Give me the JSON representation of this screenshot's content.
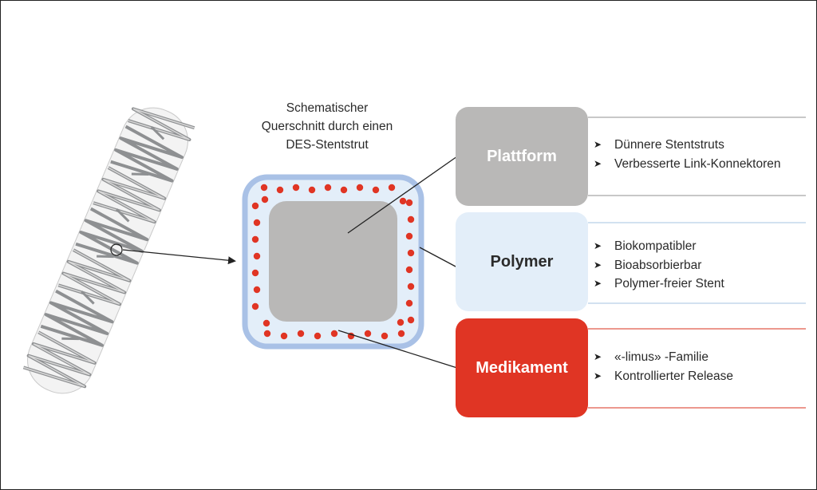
{
  "cross_section_title": {
    "line1": "Schematischer",
    "line2": "Querschnitt durch einen",
    "line3": "DES-Stentstrut"
  },
  "components": [
    {
      "label": "Plattform",
      "bullets": [
        "Dünnere Stentstruts",
        "Verbesserte Link-Konnektoren"
      ]
    },
    {
      "label": "Polymer",
      "bullets": [
        "Biokompatibler",
        "Bioabsorbierbar",
        "Polymer-freier Stent"
      ]
    },
    {
      "label": "Medikament",
      "bullets": [
        "«-limus» -Familie",
        "Kontrollierter Release"
      ]
    }
  ],
  "bullet_icon": "arrowhead-bullet-icon",
  "colors": {
    "plattform": "#b9b8b7",
    "polymer": "#e3eef9",
    "medikament": "#e03524",
    "polymer_border": "#a9c1e6",
    "drug_dots": "#e03524",
    "stent_metal": "#9a9c9e"
  }
}
